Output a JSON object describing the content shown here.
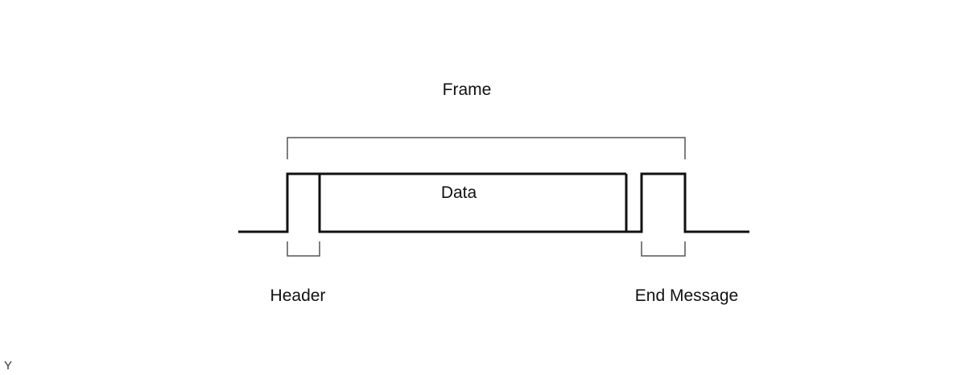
{
  "diagram": {
    "frame_label": "Frame",
    "data_label": "Data",
    "header_label": "Header",
    "end_message_label": "End Message",
    "corner_mark": "Y"
  },
  "colors": {
    "stroke": "#111111",
    "bracket": "#555555",
    "background": "#ffffff"
  }
}
